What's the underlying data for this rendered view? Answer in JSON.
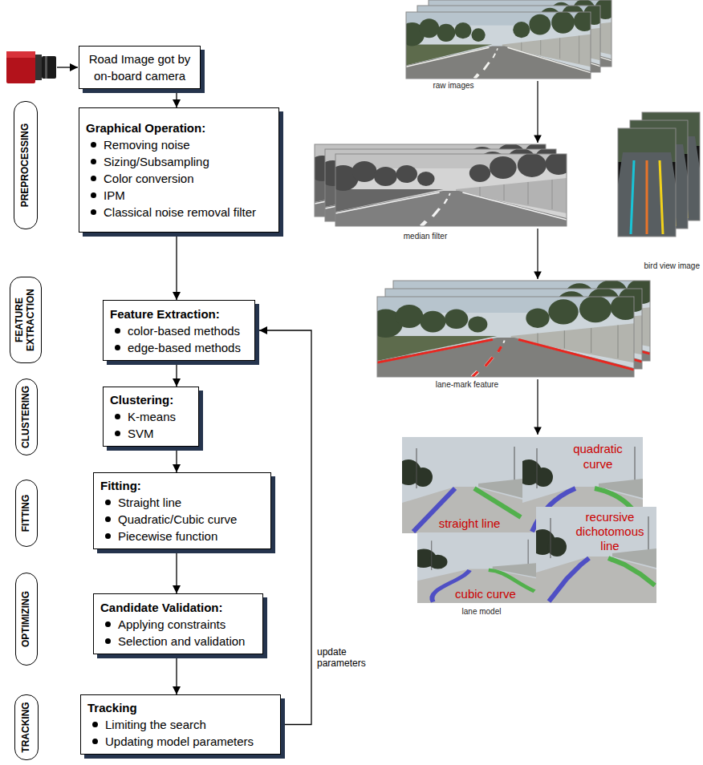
{
  "diagram": {
    "nodes": [
      {
        "text": [
          "Road Image got by on-board camera"
        ]
      },
      {
        "text": [
          "PREPROCESSING"
        ]
      },
      {
        "text": [
          "Graphical Operation:",
          "Removing noise",
          "Sizing/Subsampling",
          "Color conversion",
          "IPM",
          "Classical noise removal filter"
        ]
      },
      {
        "text": [
          "FEATURE EXTRACTION"
        ]
      },
      {
        "text": [
          "Feature Extraction:",
          "color-based methods",
          "edge-based methods"
        ]
      },
      {
        "text": [
          "CLUSTERING"
        ]
      },
      {
        "text": [
          "Clustering:",
          "K-means",
          "SVM"
        ]
      },
      {
        "text": [
          "FITTING"
        ]
      },
      {
        "text": [
          "Fitting:",
          "Straight line",
          "Quadratic/Cubic curve",
          "Piecewise function"
        ]
      },
      {
        "text": [
          "OPTIMIZING"
        ]
      },
      {
        "text": [
          "Candidate Validation:",
          "Applying constraints",
          "Selection and validation"
        ]
      },
      {
        "text": [
          "TRACKING"
        ]
      },
      {
        "text": [
          "Tracking",
          "Limiting the search",
          "Updating model parameters"
        ]
      }
    ],
    "edges": [
      {
        "from": 0,
        "to": 2,
        "arrow": "to"
      },
      {
        "from": 2,
        "to": 4,
        "arrow": "to"
      },
      {
        "from": 4,
        "to": 6,
        "arrow": "to"
      },
      {
        "from": 6,
        "to": 8,
        "arrow": "to"
      },
      {
        "from": 8,
        "to": 10,
        "arrow": "to"
      },
      {
        "from": 10,
        "to": 12,
        "arrow": "to"
      },
      {
        "from": 12,
        "to": 4,
        "label": "update parameters",
        "arrow": "to"
      }
    ],
    "labels": [
      "raw images",
      "median filter",
      "bird view image",
      "lane-mark feature",
      "straight line",
      "quadratic curve",
      "cubic curve",
      "recursive dichotomous line",
      "lane model"
    ]
  }
}
